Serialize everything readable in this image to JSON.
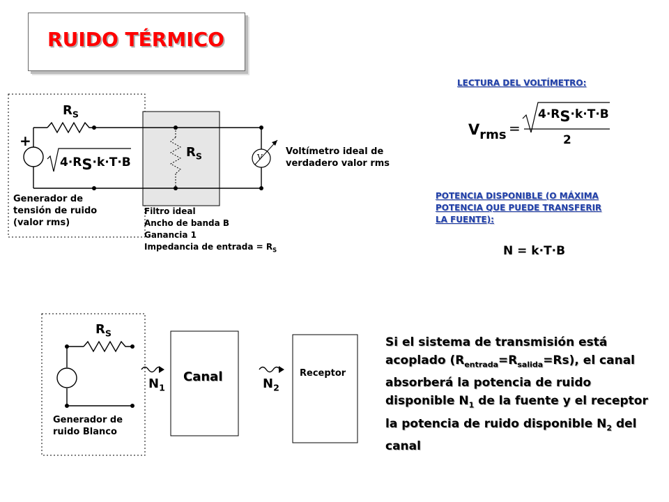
{
  "title": "RUIDO TÉRMICO",
  "top_circuit": {
    "rs_label_main": "R",
    "rs_label_sub": "S",
    "plus": "+",
    "source_formula_a": "4·R",
    "source_formula_s": "S",
    "source_formula_b": "·k·T·B",
    "generator_caption": [
      "Generador de",
      "tensión de ruido",
      "(valor rms)"
    ],
    "filter_rs_main": "R",
    "filter_rs_sub": "S",
    "filter_caption": [
      "Filtro ideal",
      "Ancho de banda B",
      "Ganancia 1"
    ],
    "filter_impedance": "Impedancia de entrada = R",
    "filter_impedance_sub": "S",
    "voltmeter_symbol": "V",
    "voltmeter_caption": [
      "Voltímetro ideal de",
      "verdadero valor rms"
    ]
  },
  "right_panel": {
    "reading_heading": "LECTURA DEL VOLTÍMETRO:",
    "vrms_v": "V",
    "vrms_sub": "rms",
    "equals": "=",
    "numerator_a": "4·R",
    "numerator_s": "S",
    "numerator_b": "·k·T·B",
    "denominator": "2",
    "power_heading": [
      "POTENCIA DISPONIBLE (O MÁXIMA",
      "POTENCIA QUE PUEDE TRANSFERIR",
      "LA FUENTE):"
    ],
    "power_formula": "N = k·T·B"
  },
  "bottom_circuit": {
    "rs_main": "R",
    "rs_sub": "S",
    "channel_label": "Canal",
    "receiver_label": "Receptor",
    "n1_main": "N",
    "n1_sub": "1",
    "n2_main": "N",
    "n2_sub": "2",
    "generator_caption": [
      "Generador de",
      "ruido Blanco"
    ]
  },
  "paragraph": {
    "p1": "Si el sistema de transmisión está acoplado (R",
    "p1_sub": "entrada",
    "p2": "=R",
    "p2_sub": "salida",
    "p3": "=Rs), el canal absorberá la potencia de ruido disponible N",
    "p3_sub": "1",
    "p4": " de la fuente y el receptor la potencia de ruido disponible N",
    "p4_sub": "2",
    "p5": " del canal"
  },
  "colors": {
    "title": "#ff0000",
    "heading_blue": "#1f3fa8",
    "filter_fill": "#e6e6e6"
  }
}
